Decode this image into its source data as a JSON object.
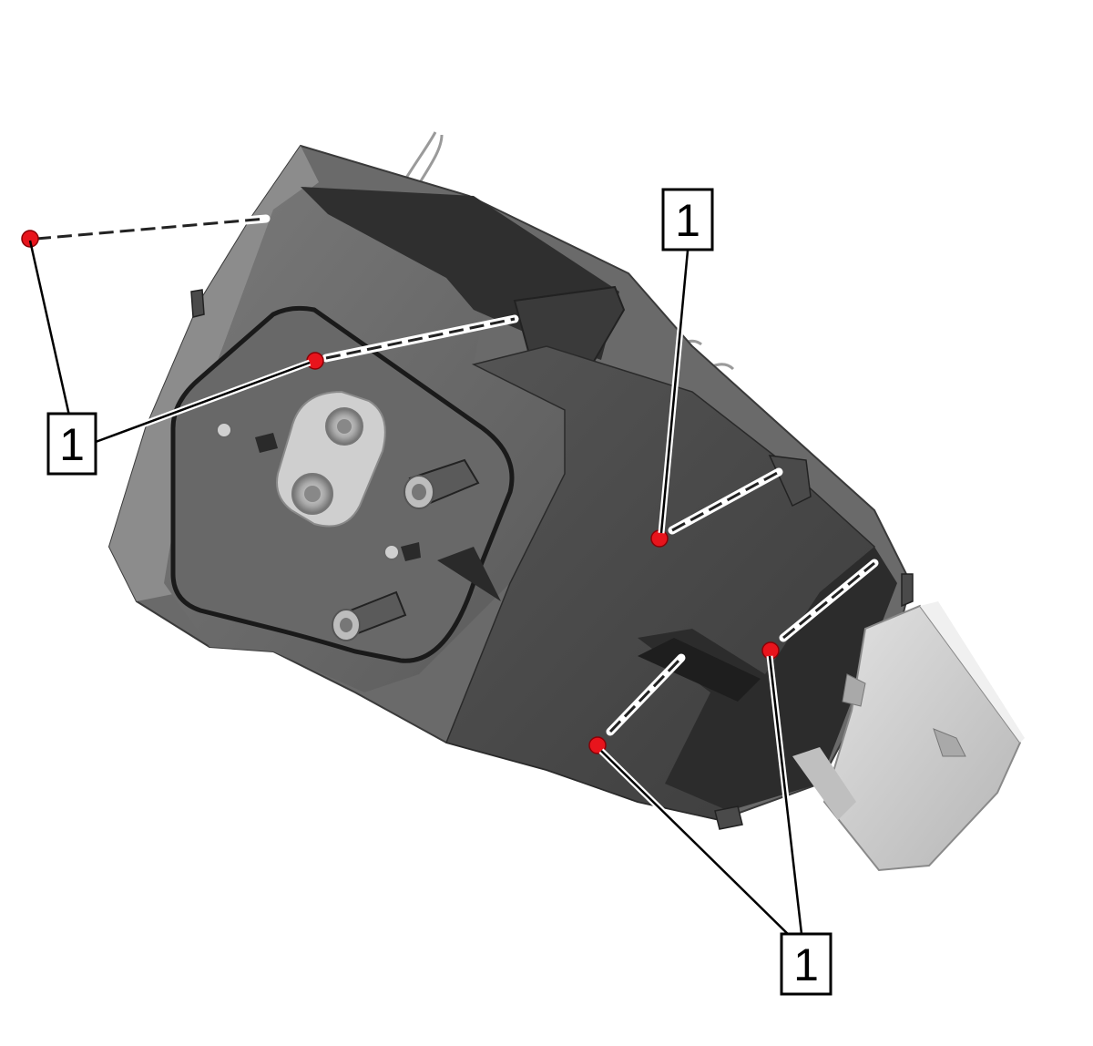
{
  "callouts": {
    "left": "1",
    "top_center": "1",
    "bottom": "1"
  },
  "colors": {
    "screw_marker": "#e8141c",
    "housing_dark": "#3a3a3a",
    "housing_mid": "#5e5e5e",
    "housing_light": "#8a8a8a",
    "motor": "#cfcfcf"
  }
}
